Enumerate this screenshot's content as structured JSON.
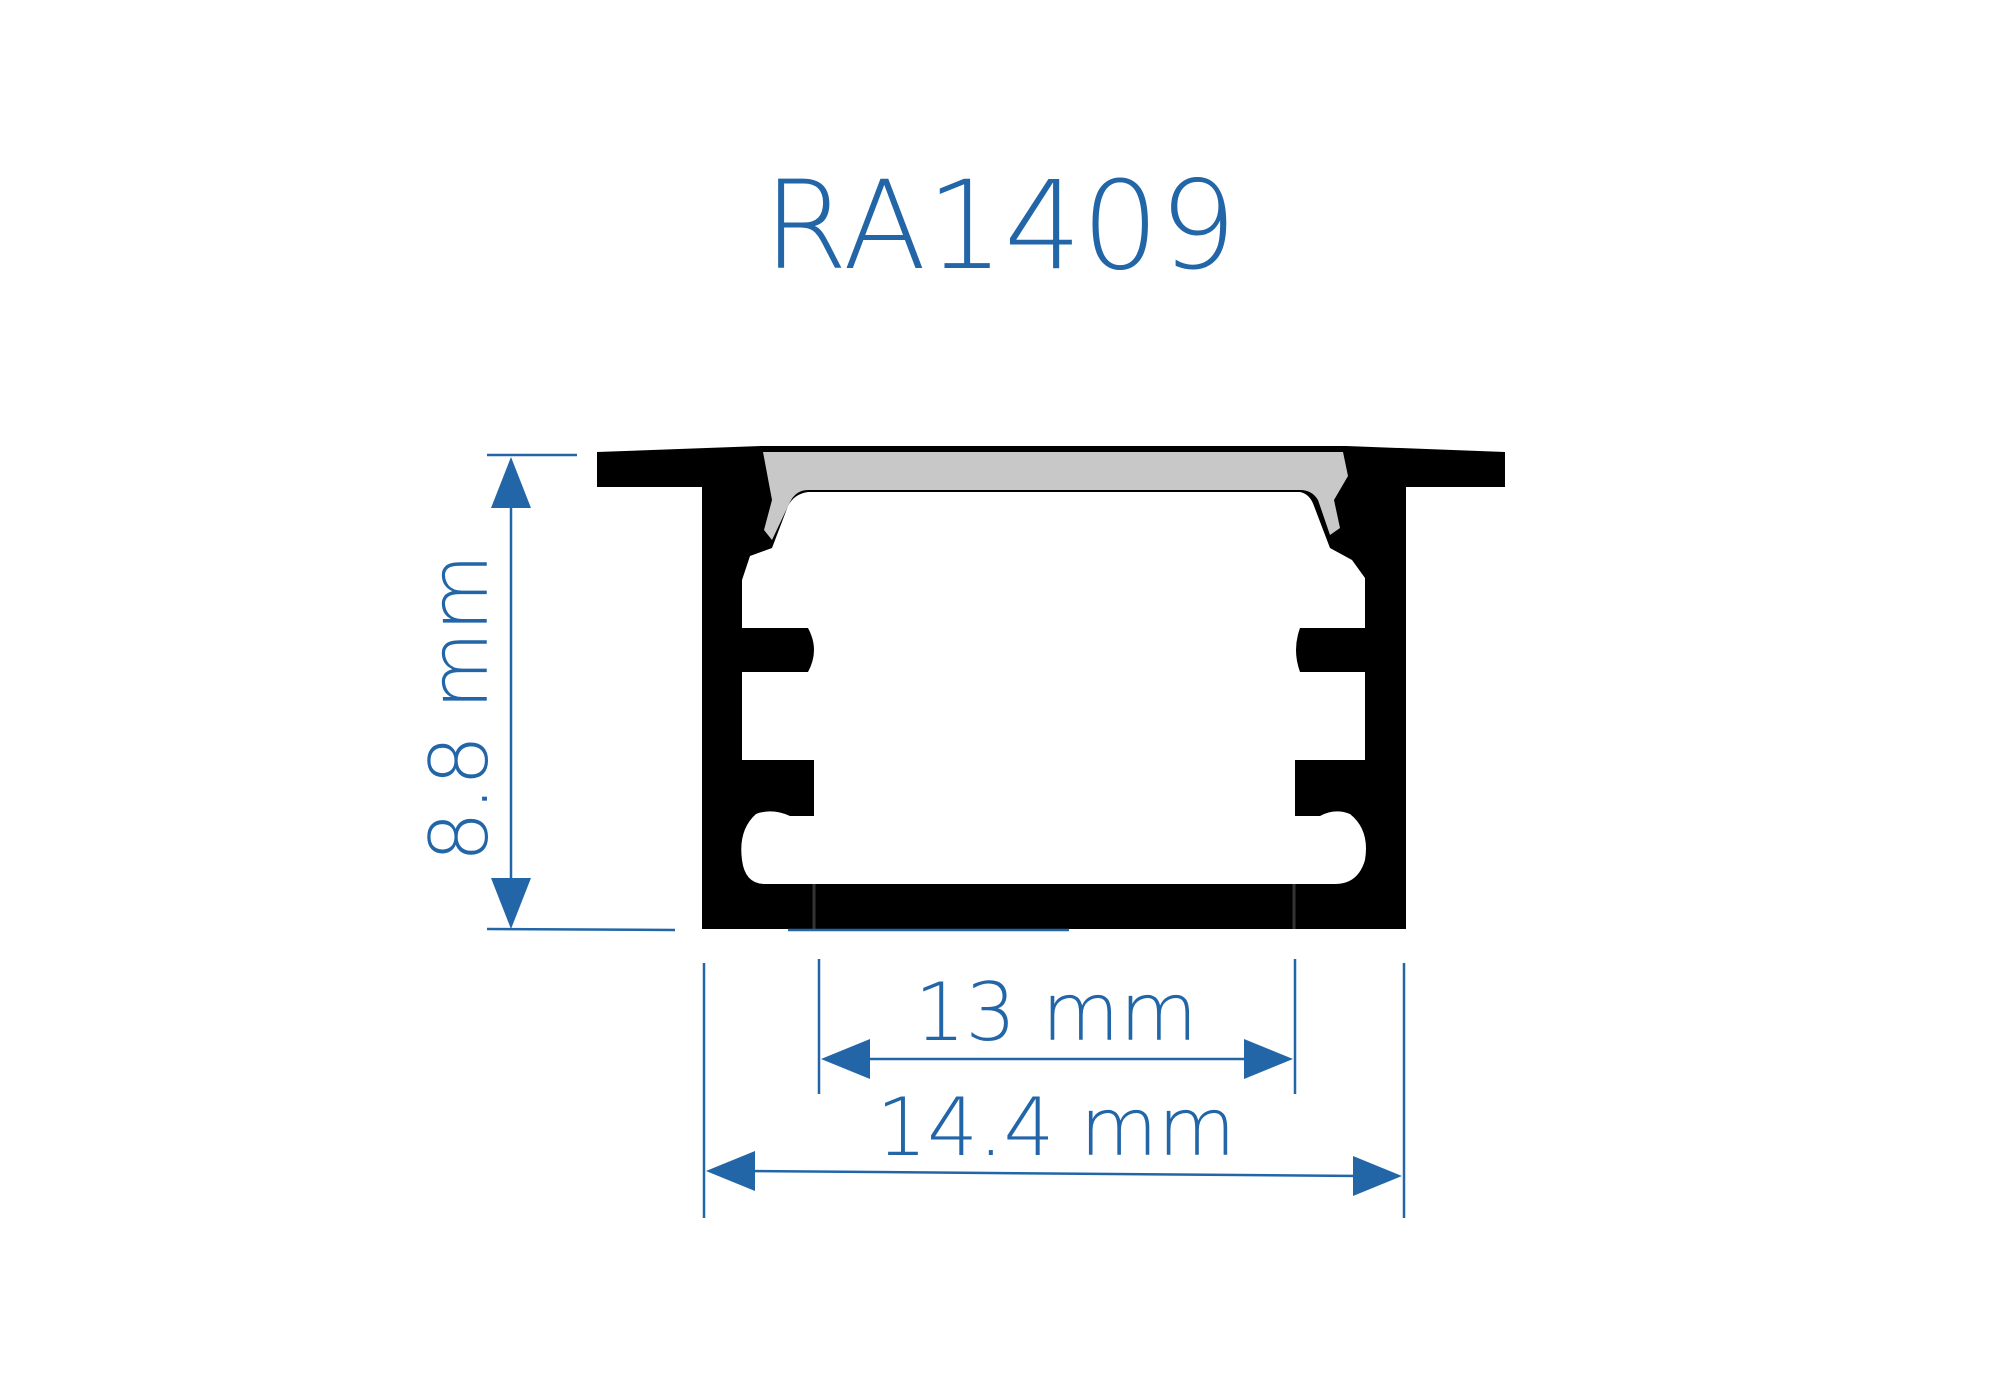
{
  "title": "RA1409",
  "dimensions": {
    "height": "8.8 mm",
    "inner_width": "13 mm",
    "outer_width": "14.4 mm"
  },
  "colors": {
    "accent": "#2366a8",
    "profile": "#000000",
    "diffuser": "#c8c8c8"
  }
}
